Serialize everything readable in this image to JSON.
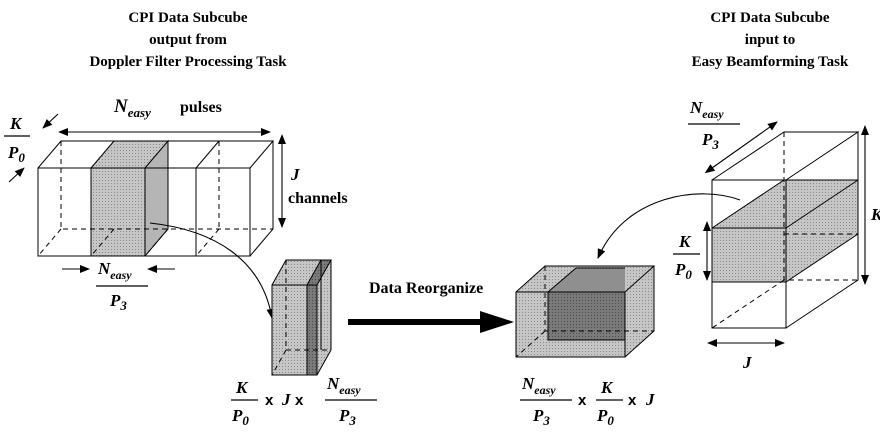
{
  "left_title": {
    "line1": "CPI Data Subcube",
    "line2": "output from",
    "line3": "Doppler Filter Processing Task"
  },
  "right_title": {
    "line1": "CPI Data Subcube",
    "line2": "input to",
    "line3": "Easy Beamforming Task"
  },
  "labels": {
    "N": "N",
    "easy": "easy",
    "pulses": "pulses",
    "K": "K",
    "P": "P",
    "sub0": "0",
    "sub3": "3",
    "J": "J",
    "channels": "channels",
    "times": "x",
    "data_reorganize": "Data Reorganize"
  },
  "colors": {
    "shade": "#c4c4c4",
    "shade_dark": "#7a7a7a",
    "shade_mid": "#bdbdbd",
    "line": "#000000"
  }
}
